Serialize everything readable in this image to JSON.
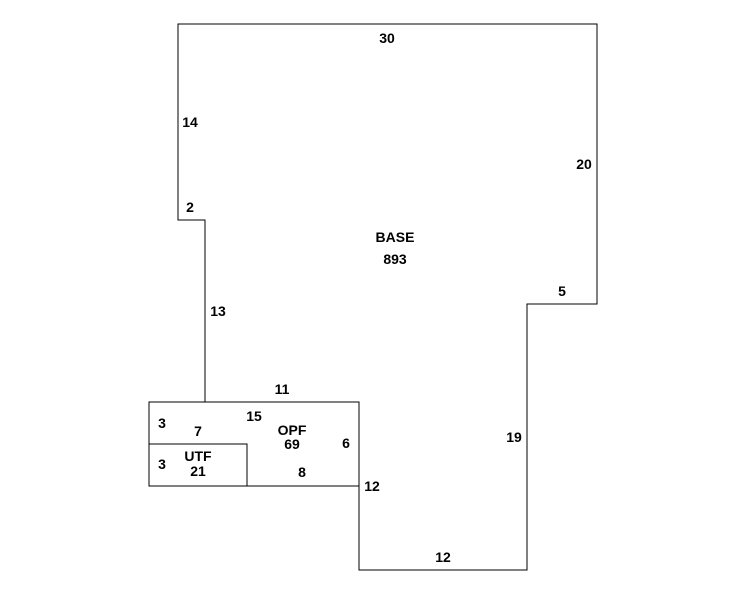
{
  "areas": {
    "base": {
      "label": "BASE",
      "value": "893"
    },
    "opf": {
      "label": "OPF",
      "value": "69"
    },
    "utf": {
      "label": "UTF",
      "value": "21"
    }
  },
  "dimensions": {
    "base_top": "30",
    "base_left_upper": "14",
    "base_step_left": "2",
    "base_left_lower": "13",
    "base_right_upper": "20",
    "base_step_right": "5",
    "base_right_lower": "19",
    "base_bottom": "12",
    "base_inner_vertical": "12",
    "base_over_opf": "11",
    "opf_top": "15",
    "opf_right": "6",
    "opf_bottom": "8",
    "opf_left": "3",
    "utf_top": "7",
    "utf_left": "3"
  },
  "colors": {
    "line": "#000000",
    "background": "#ffffff"
  }
}
